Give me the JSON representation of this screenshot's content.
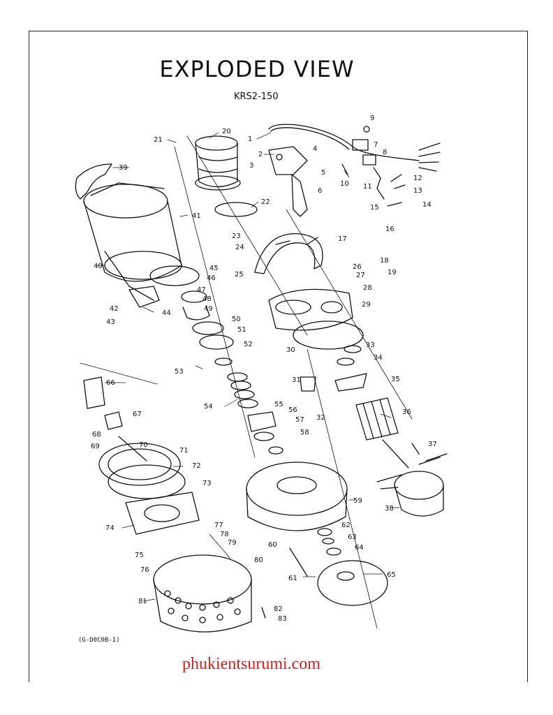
{
  "title": "EXPLODED VIEW",
  "model": "KRS2-150",
  "drawing_code": "(G-D0C0B-1)",
  "watermark": "phukientsurumi.com",
  "colors": {
    "line": "#111111",
    "watermark": "#d32020"
  },
  "parts": [
    "1",
    "2",
    "3",
    "4",
    "5",
    "6",
    "7",
    "9",
    "8",
    "10",
    "11",
    "12",
    "13",
    "14",
    "15",
    "16",
    "17",
    "18",
    "19",
    "20",
    "21",
    "22",
    "23",
    "24",
    "25",
    "26",
    "27",
    "28",
    "29",
    "30",
    "31",
    "32",
    "33",
    "34",
    "35",
    "36",
    "37",
    "38",
    "39",
    "40",
    "41",
    "42",
    "43",
    "44",
    "45",
    "46",
    "47",
    "48",
    "49",
    "50",
    "51",
    "52",
    "53",
    "54",
    "55",
    "56",
    "57",
    "58",
    "59",
    "60",
    "61",
    "62",
    "63",
    "64",
    "65",
    "66",
    "67",
    "68",
    "69",
    "70",
    "71",
    "72",
    "73",
    "74",
    "75",
    "76",
    "77",
    "78",
    "79",
    "80",
    "81",
    "82",
    "83"
  ]
}
